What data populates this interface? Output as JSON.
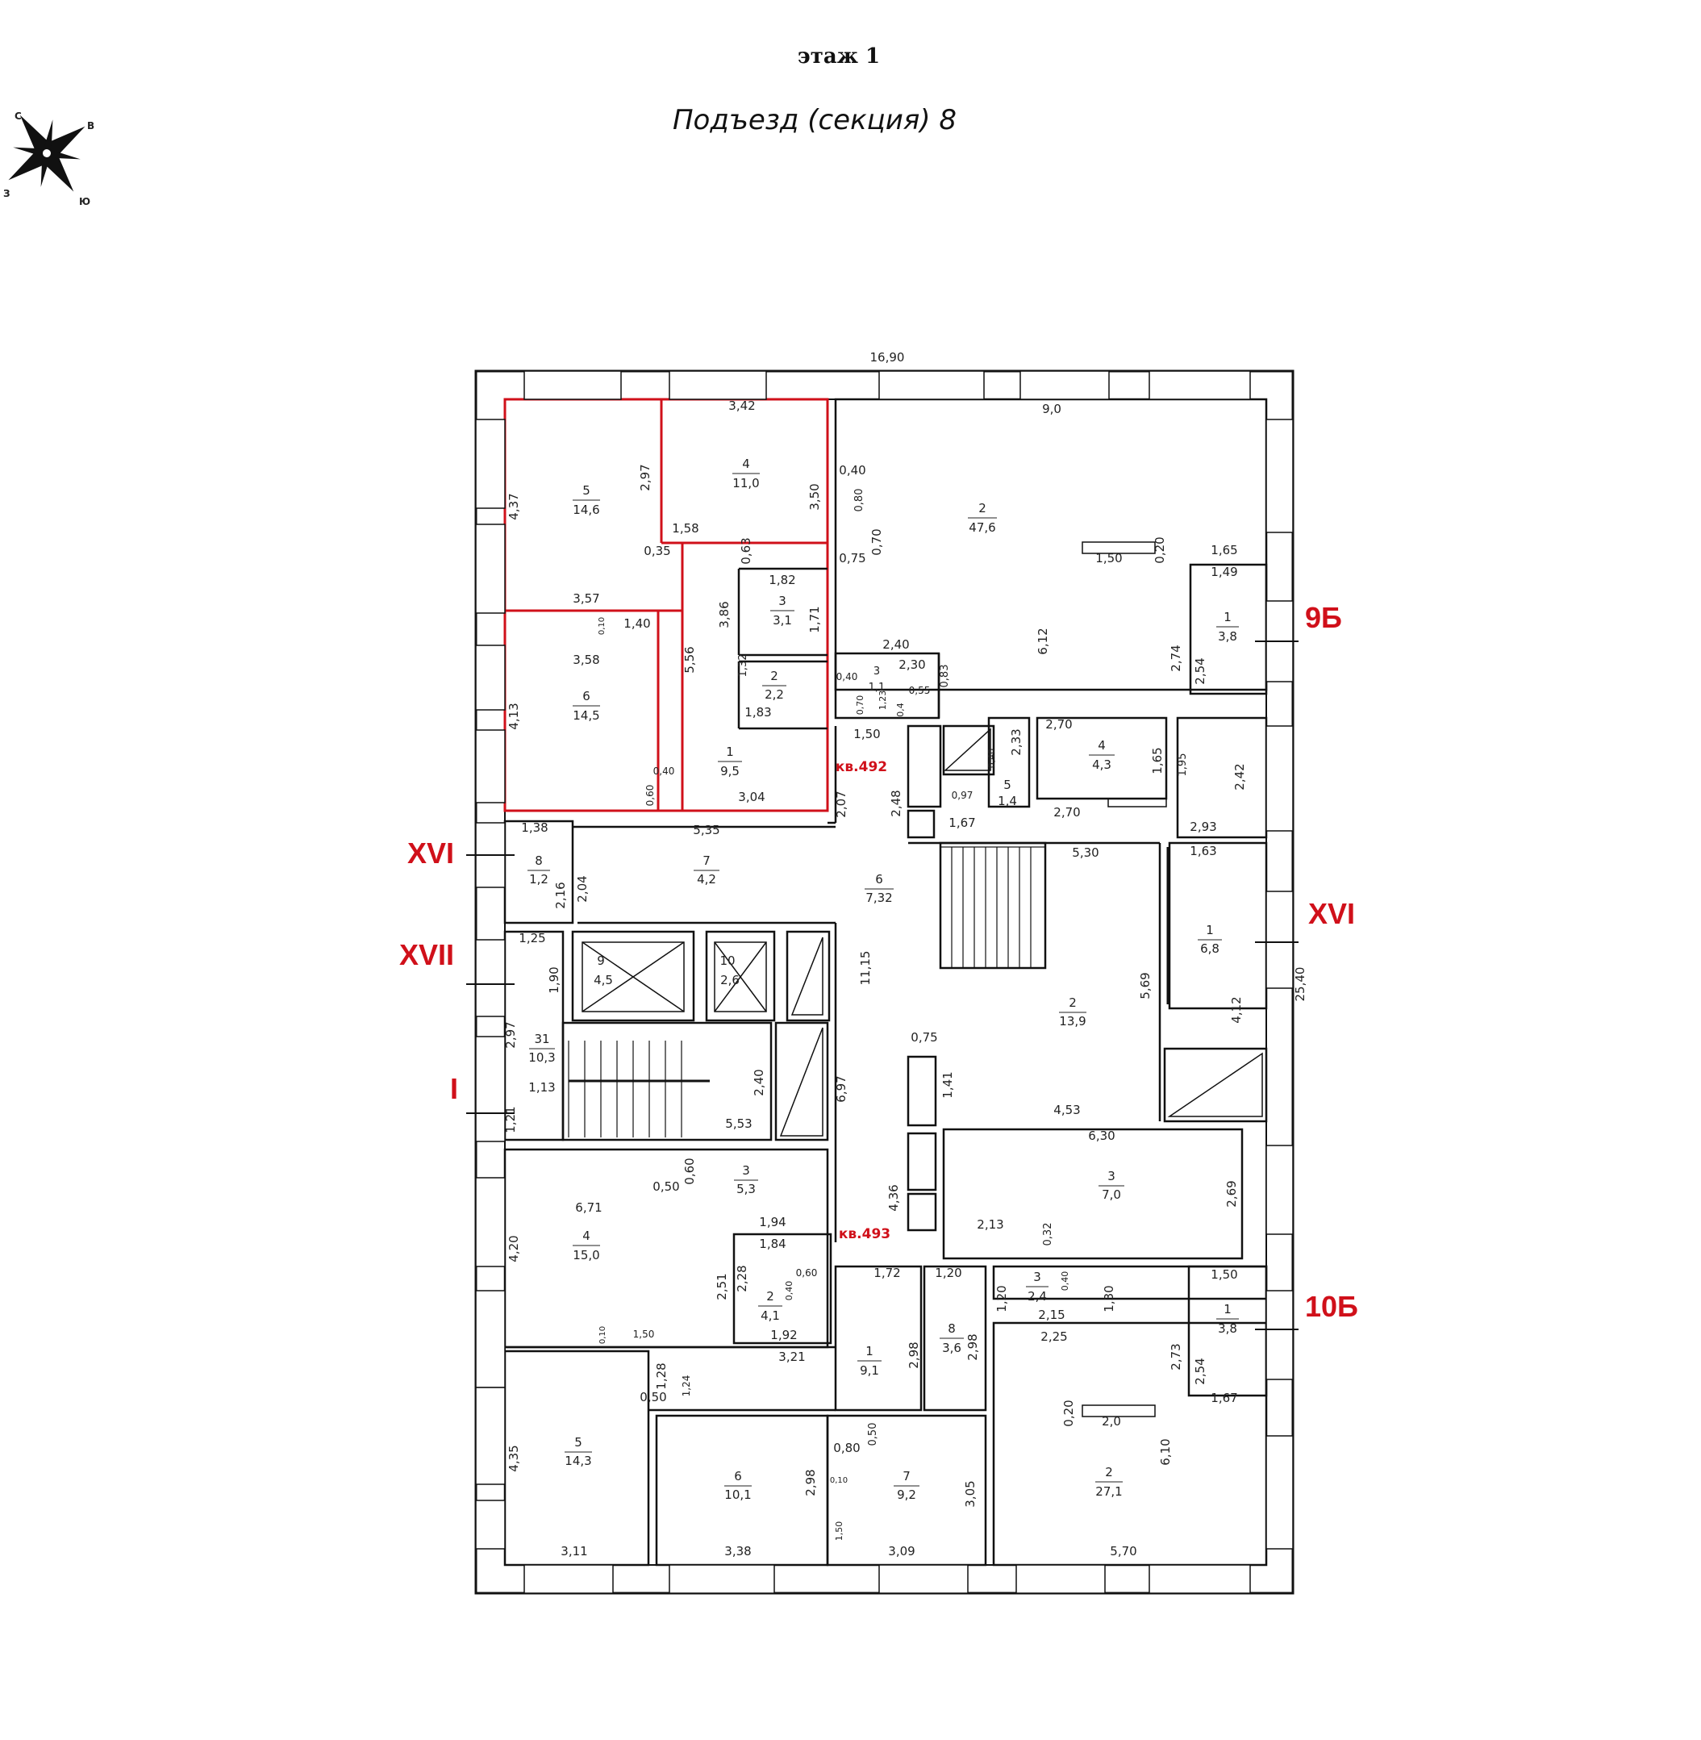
{
  "header": {
    "floor": "этаж 1",
    "section": "Подъезд (секция) 8"
  },
  "compass": {
    "n": "С",
    "e": "В",
    "s": "Ю",
    "w": "З"
  },
  "apartments": {
    "a492": "кв.492",
    "a493": "кв.493"
  },
  "axes": {
    "right_top": "9Б",
    "right_mid": "XVI",
    "right_bot": "10Б",
    "left_xvi": "XVI",
    "left_xvii": "XVII",
    "left_i": "I"
  },
  "dims": {
    "overall_width": "16,90",
    "overall_height": "25,40",
    "d342": "3,42",
    "d90": "9,0",
    "d437": "4,37",
    "d297": "2,97",
    "d350": "3,50",
    "d158": "1,58",
    "d035": "0,35",
    "d063": "0,63",
    "d182": "1,82",
    "d171": "1,71",
    "d357": "3,57",
    "d010a": "0,10",
    "d140": "1,40",
    "d386": "3,86",
    "d358": "3,58",
    "d556": "5,56",
    "d132": "1,32",
    "d183": "1,83",
    "d413": "4,13",
    "d040a": "0,40",
    "d060a": "0,60",
    "d304": "3,04",
    "d040b": "0,40",
    "d080a": "0,80",
    "d070a": "0,70",
    "d075a": "0,75",
    "d150a": "1,50",
    "d020a": "0,20",
    "d165": "1,65",
    "d149": "1,49",
    "d612": "6,12",
    "d274": "2,74",
    "d254a": "2,54",
    "d240": "2,40",
    "d230": "2,30",
    "d083": "0,83",
    "d040c": "0,40",
    "d070b": "0,70",
    "d123": "1,23",
    "d04": "0,4",
    "d055": "0,55",
    "d150b": "1,50",
    "d233": "2,33",
    "d040d": "0,40",
    "d097": "0,97",
    "d167a": "1,67",
    "d270a": "2,70",
    "d165b": "1,65",
    "d195": "1,95",
    "d242": "2,42",
    "d270b": "2,70",
    "d248": "2,48",
    "d207": "2,07",
    "d535": "5,35",
    "d138": "1,38",
    "d216": "2,16",
    "d204": "2,04",
    "d293": "2,93",
    "d530": "5,30",
    "d163": "1,63",
    "d125": "1,25",
    "d190": "1,90",
    "d1115": "11,15",
    "d569": "5,69",
    "d412": "4,12",
    "d297b": "2,97",
    "d113": "1,13",
    "d121": "1,21",
    "d240b": "2,40",
    "d553": "5,53",
    "d697": "6,97",
    "d075b": "0,75",
    "d141": "1,41",
    "d453": "4,53",
    "d630": "6,30",
    "d050a": "0,50",
    "d060b": "0,60",
    "d671": "6,71",
    "d194": "1,94",
    "d184": "1,84",
    "d436": "4,36",
    "d269": "2,69",
    "d213": "2,13",
    "d032": "0,32",
    "d420": "4,20",
    "d251": "2,51",
    "d228": "2,28",
    "d060c": "0,60",
    "d040e": "0,40",
    "d172": "1,72",
    "d120a": "1,20",
    "d120b": "1,20",
    "d040f": "0,40",
    "d130": "1,30",
    "d215": "2,15",
    "d225": "2,25",
    "d150c": "1,50",
    "d192": "1,92",
    "d321": "3,21",
    "d298a": "2,98",
    "d298b": "2,98",
    "d010b": "0,10",
    "d150d": "1,50",
    "d128": "1,28",
    "d050b": "0,50",
    "d124": "1,24",
    "d273": "2,73",
    "d254b": "2,54",
    "d167b": "1,67",
    "d020b": "0,20",
    "d20": "2,0",
    "d610": "6,10",
    "d435": "4,35",
    "d298c": "2,98",
    "d080b": "0,80",
    "d050c": "0,50",
    "d010c": "0,10",
    "d305": "3,05",
    "d150e": "1,50",
    "d311": "3,11",
    "d338": "3,38",
    "d309": "3,09",
    "d570": "5,70"
  },
  "rooms": [
    {
      "n": "5",
      "a": "14,6"
    },
    {
      "n": "4",
      "a": "11,0"
    },
    {
      "n": "3",
      "a": "3,1"
    },
    {
      "n": "6",
      "a": "14,5"
    },
    {
      "n": "2",
      "a": "2,2"
    },
    {
      "n": "1",
      "a": "9,5"
    },
    {
      "n": "2",
      "a": "47,6"
    },
    {
      "n": "1",
      "a": "3,8"
    },
    {
      "n": "3",
      "a": "1,1"
    },
    {
      "n": "4",
      "a": "4,3"
    },
    {
      "n": "5",
      "a": "1,4"
    },
    {
      "n": "8",
      "a": "1,2"
    },
    {
      "n": "7",
      "a": "4,2"
    },
    {
      "n": "6",
      "a": "7,32"
    },
    {
      "n": "1",
      "a": "6,8"
    },
    {
      "n": "9",
      "a": "4,5"
    },
    {
      "n": "10",
      "a": "2,6"
    },
    {
      "n": "31",
      "a": "10,3"
    },
    {
      "n": "2",
      "a": "13,9"
    },
    {
      "n": "3",
      "a": "5,3"
    },
    {
      "n": "3",
      "a": "7,0"
    },
    {
      "n": "4",
      "a": "15,0"
    },
    {
      "n": "2",
      "a": "4,1"
    },
    {
      "n": "3",
      "a": "2,4"
    },
    {
      "n": "1",
      "a": "3,8"
    },
    {
      "n": "1",
      "a": "9,1"
    },
    {
      "n": "8",
      "a": "3,6"
    },
    {
      "n": "2",
      "a": "27,1"
    },
    {
      "n": "5",
      "a": "14,3"
    },
    {
      "n": "6",
      "a": "10,1"
    },
    {
      "n": "7",
      "a": "9,2"
    }
  ]
}
